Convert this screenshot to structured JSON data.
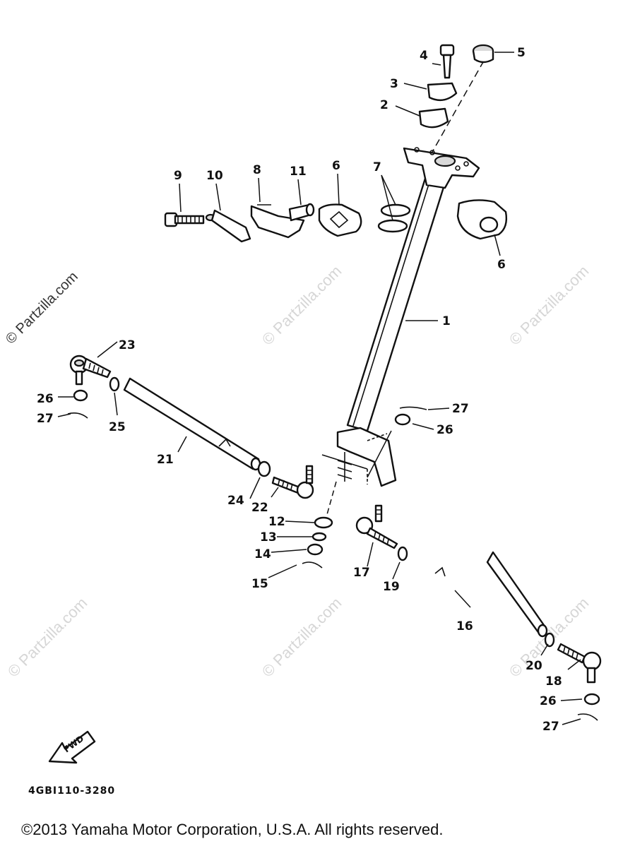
{
  "diagram": {
    "callouts": [
      {
        "id": "c4",
        "text": "4"
      },
      {
        "id": "c5",
        "text": "5"
      },
      {
        "id": "c3",
        "text": "3"
      },
      {
        "id": "c2",
        "text": "2"
      },
      {
        "id": "c9",
        "text": "9"
      },
      {
        "id": "c10",
        "text": "10"
      },
      {
        "id": "c8",
        "text": "8"
      },
      {
        "id": "c11",
        "text": "11"
      },
      {
        "id": "c6a",
        "text": "6"
      },
      {
        "id": "c7",
        "text": "7"
      },
      {
        "id": "c6b",
        "text": "6"
      },
      {
        "id": "c1",
        "text": "1"
      },
      {
        "id": "c23",
        "text": "23"
      },
      {
        "id": "c26a",
        "text": "26"
      },
      {
        "id": "c27a",
        "text": "27"
      },
      {
        "id": "c25",
        "text": "25"
      },
      {
        "id": "c21",
        "text": "21"
      },
      {
        "id": "c27b",
        "text": "27"
      },
      {
        "id": "c26b",
        "text": "26"
      },
      {
        "id": "c24",
        "text": "24"
      },
      {
        "id": "c22",
        "text": "22"
      },
      {
        "id": "c12",
        "text": "12"
      },
      {
        "id": "c13",
        "text": "13"
      },
      {
        "id": "c14",
        "text": "14"
      },
      {
        "id": "c15",
        "text": "15"
      },
      {
        "id": "c17",
        "text": "17"
      },
      {
        "id": "c19",
        "text": "19"
      },
      {
        "id": "c16",
        "text": "16"
      },
      {
        "id": "c20",
        "text": "20"
      },
      {
        "id": "c18",
        "text": "18"
      },
      {
        "id": "c26c",
        "text": "26"
      },
      {
        "id": "c27c",
        "text": "27"
      }
    ],
    "fwd_label": "FWD",
    "drawing_code": "4GBI110-3280",
    "watermark": "© Partzilla.com",
    "copyright": "©2013  Yamaha Motor Corporation, U.S.A. All rights reserved."
  }
}
